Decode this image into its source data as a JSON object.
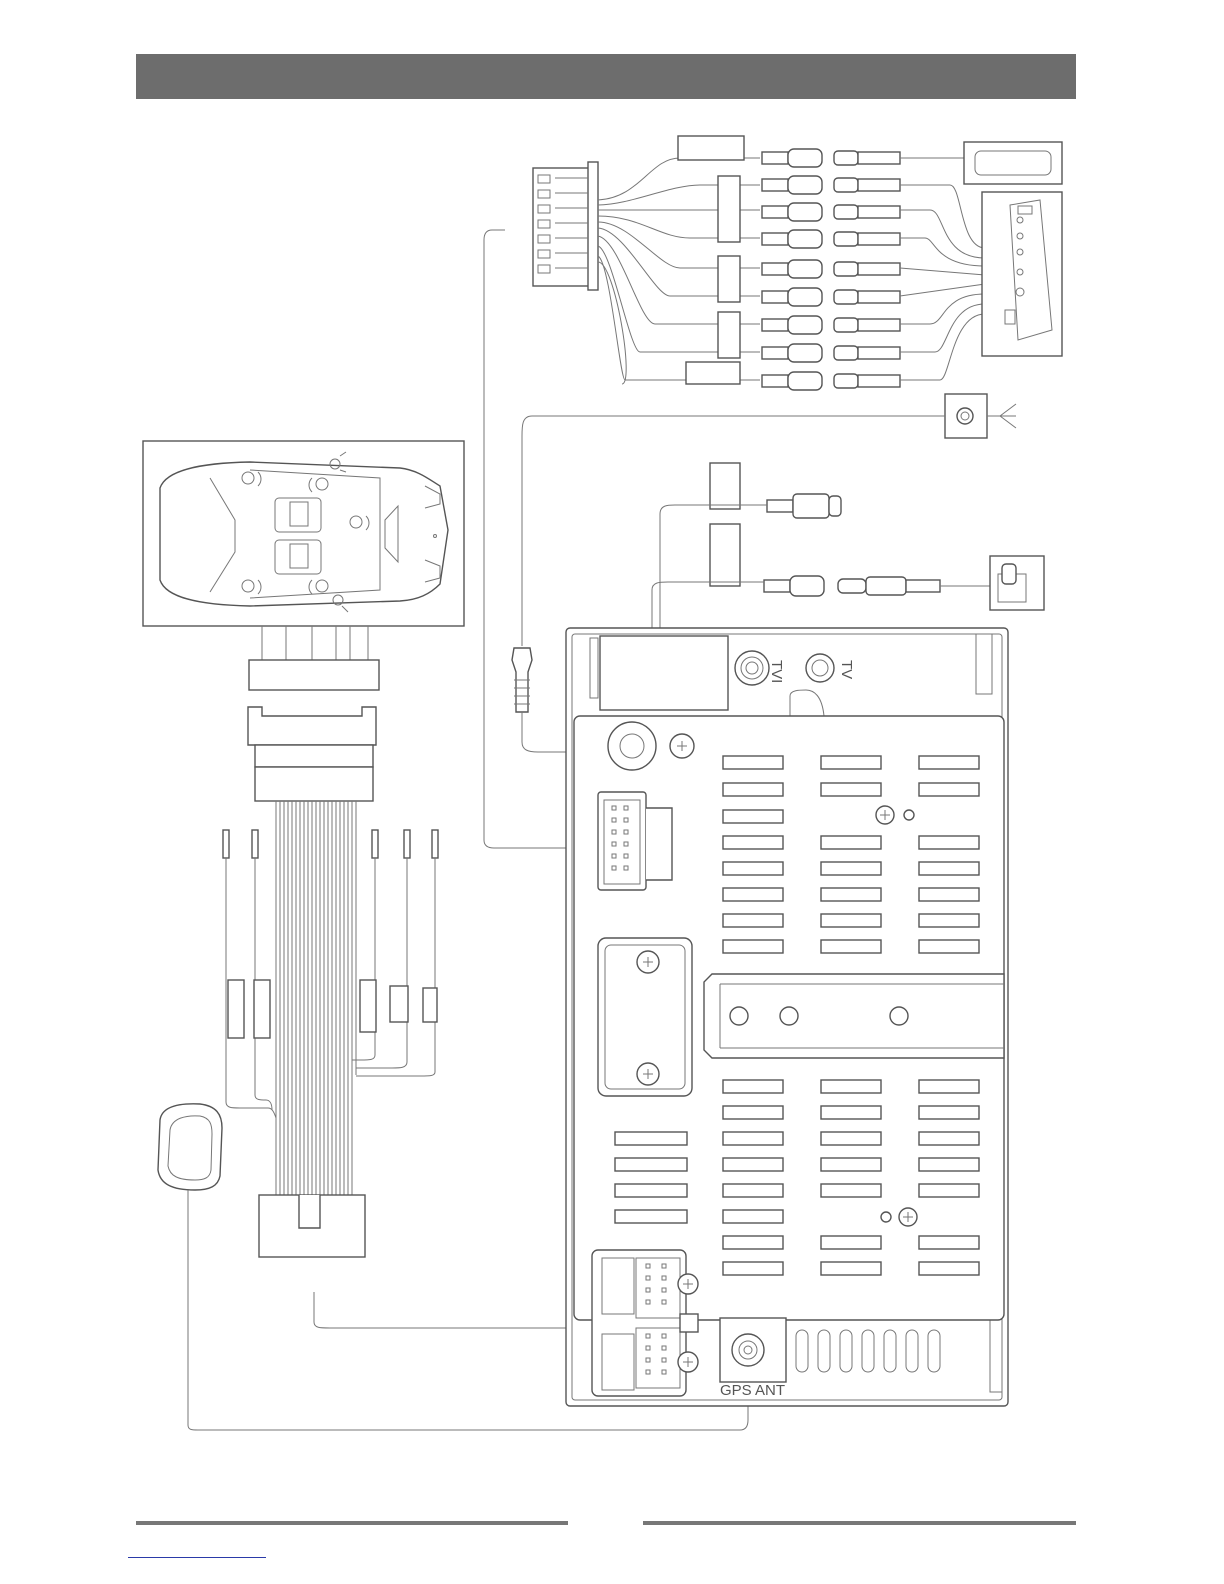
{
  "labels": {
    "tv_out": "TVI",
    "tv_in": "TV",
    "gps_ant": "GPS ANT"
  }
}
